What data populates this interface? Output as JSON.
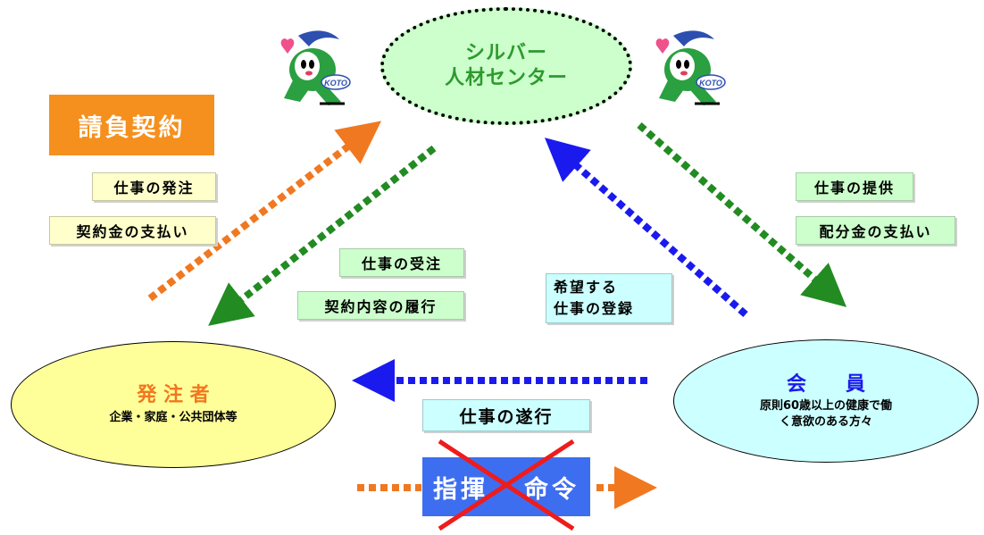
{
  "center": {
    "line1": "シルバー",
    "line2": "人材センター"
  },
  "client": {
    "title": "発 注 者",
    "subtitle": "企業・家庭・公共団体等"
  },
  "member": {
    "title": "会　　員",
    "subtitle_line1": "原則60歳以上の健康で働",
    "subtitle_line2": "く意欲のある方々"
  },
  "contract_label": "請負契約",
  "labels": {
    "order_work": "仕事の発注",
    "pay_contract": "契約金の支払い",
    "receive_order": "仕事の受注",
    "fulfill_contract": "契約内容の履行",
    "register_line1": "希望する",
    "register_line2": "仕事の登録",
    "provide_work": "仕事の提供",
    "pay_distribution": "配分金の支払い",
    "perform_work": "仕事の遂行",
    "command_part1": "指揮",
    "command_part2": "命令"
  },
  "mascot_text": "KOTO",
  "colors": {
    "orange": "#f07820",
    "green": "#228b22",
    "blue": "#1a1aee",
    "red": "#ee1c1c",
    "contract_bg": "#f5901e",
    "command_bg": "#3e6ef0",
    "center_fill": "#ccffcc",
    "client_fill": "#ffff99",
    "member_fill": "#ccffff"
  }
}
